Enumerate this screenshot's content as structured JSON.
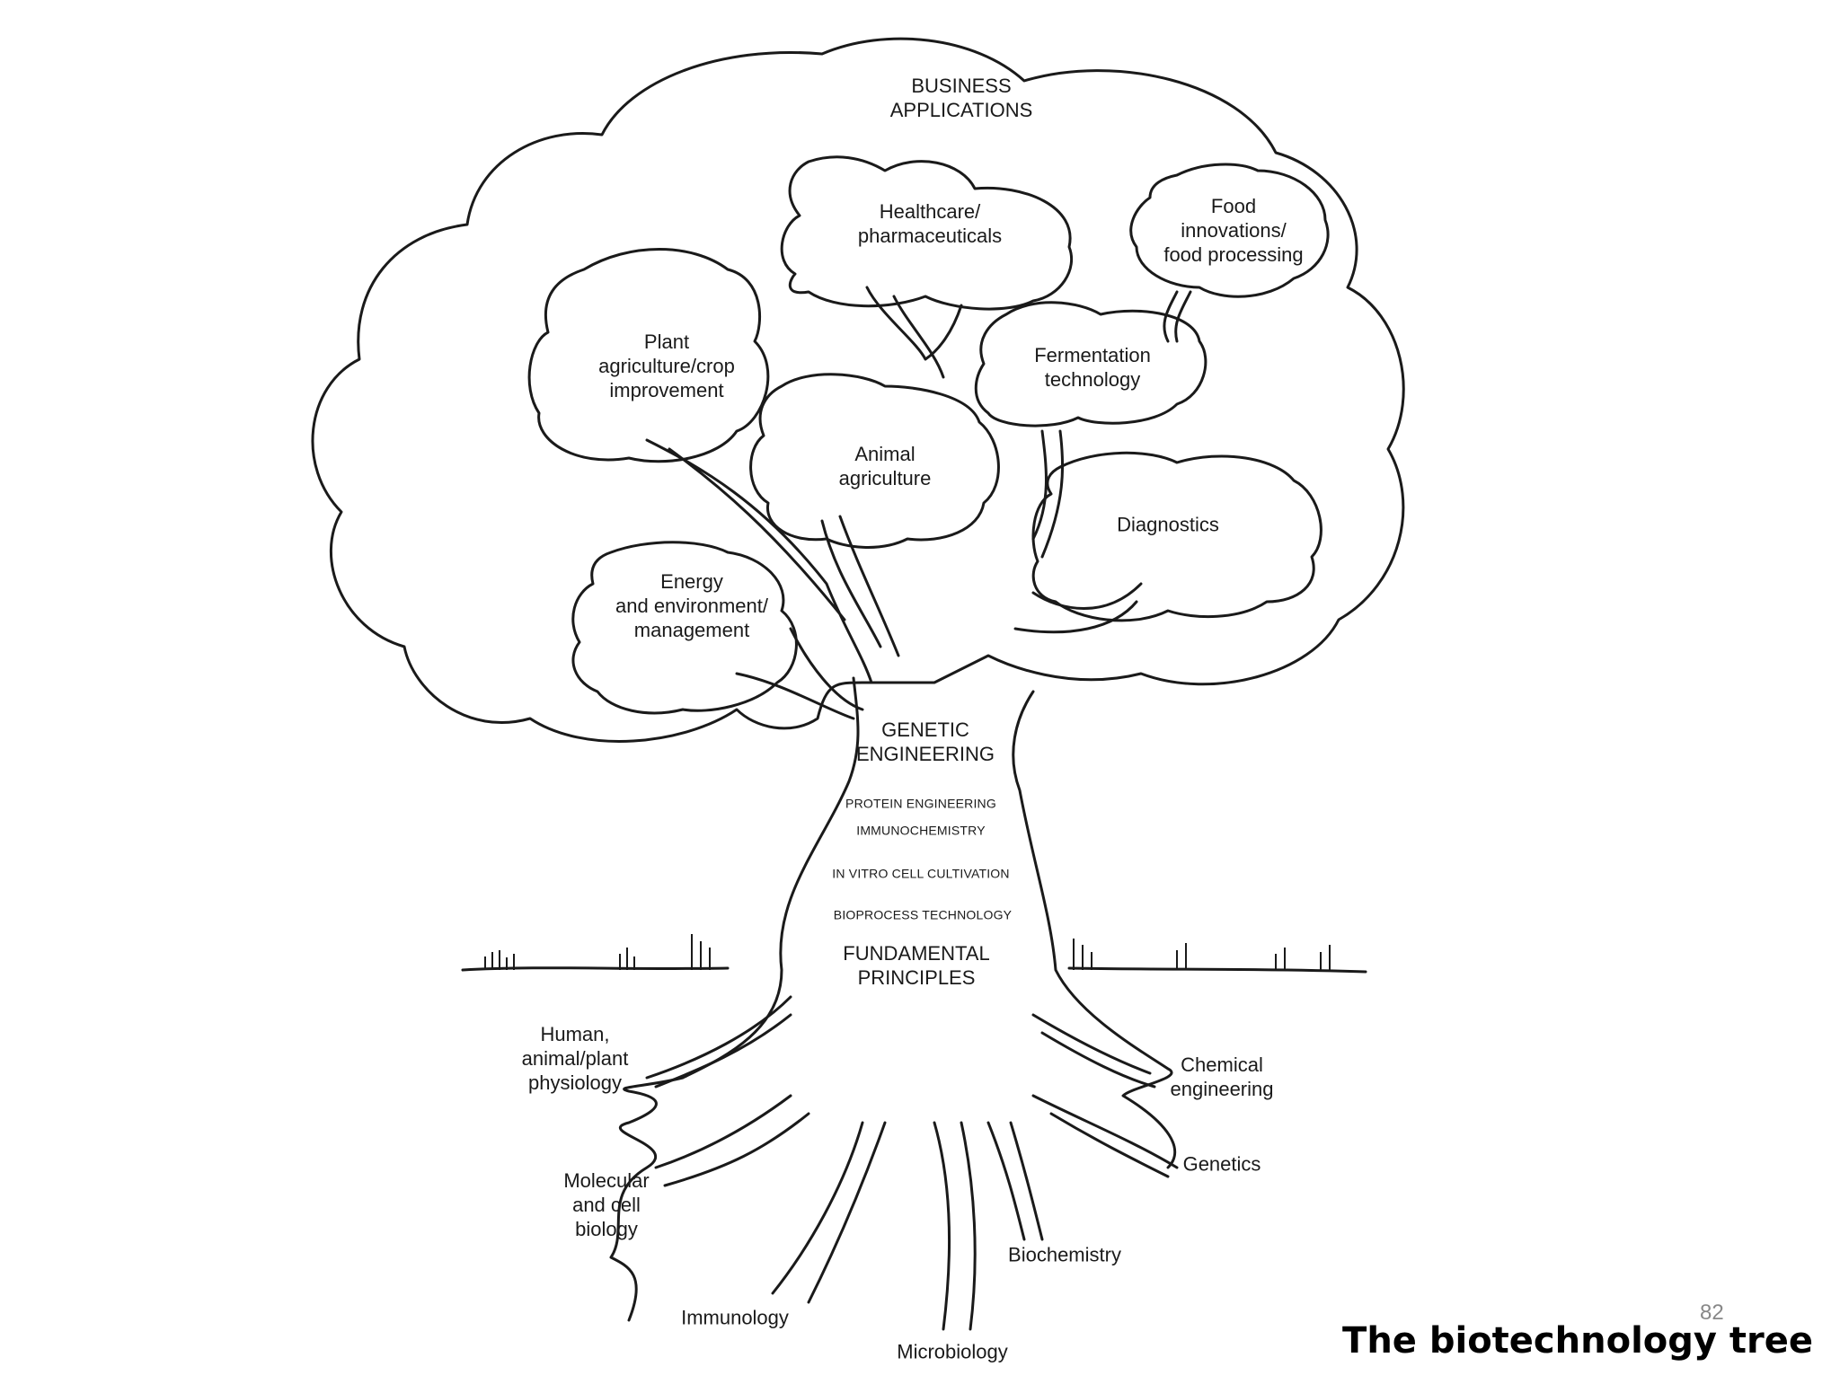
{
  "tree": {
    "canopy_label": "BUSINESS\nAPPLICATIONS",
    "branches": [
      {
        "id": "healthcare",
        "label": "Healthcare/\npharmaceuticals"
      },
      {
        "id": "food",
        "label": "Food\ninnovations/\nfood processing"
      },
      {
        "id": "plant",
        "label": "Plant\nagriculture/crop\nimprovement"
      },
      {
        "id": "fermentation",
        "label": "Fermentation\ntechnology"
      },
      {
        "id": "animal",
        "label": "Animal\nagriculture"
      },
      {
        "id": "diagnostics",
        "label": "Diagnostics"
      },
      {
        "id": "energy",
        "label": "Energy\nand environment/\nmanagement"
      }
    ],
    "trunk": {
      "top": "GENETIC\nENGINEERING",
      "layers": [
        "PROTEIN ENGINEERING",
        "IMMUNOCHEMISTRY",
        "IN VITRO CELL CULTIVATION",
        "BIOPROCESS TECHNOLOGY"
      ],
      "bottom": "FUNDAMENTAL\nPRINCIPLES"
    },
    "roots": [
      {
        "id": "physiology",
        "label": "Human,\nanimal/plant\nphysiology"
      },
      {
        "id": "molecular",
        "label": "Molecular\nand cell\nbiology"
      },
      {
        "id": "immunology",
        "label": "Immunology"
      },
      {
        "id": "microbiology",
        "label": "Microbiology"
      },
      {
        "id": "biochemistry",
        "label": "Biochemistry"
      },
      {
        "id": "genetics",
        "label": "Genetics"
      },
      {
        "id": "chemical",
        "label": "Chemical\nengineering"
      }
    ]
  },
  "caption": "The biotechnology tree",
  "page_number": "82"
}
